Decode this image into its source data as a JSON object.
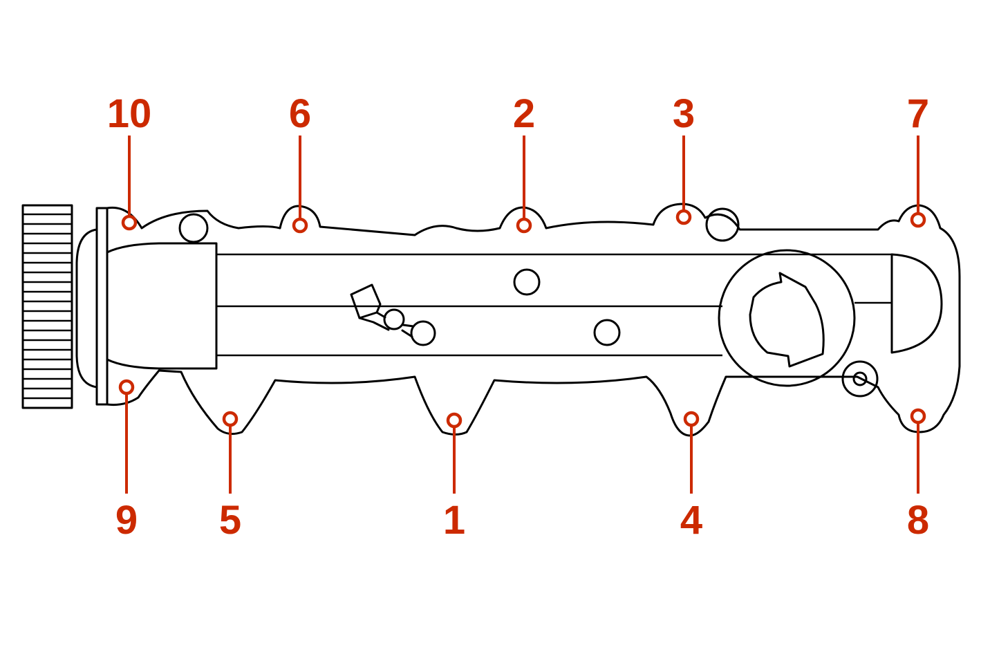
{
  "accent_color": "#cc2a00",
  "bolts": [
    {
      "label": "10",
      "side": "top"
    },
    {
      "label": "6",
      "side": "top"
    },
    {
      "label": "2",
      "side": "top"
    },
    {
      "label": "3",
      "side": "top"
    },
    {
      "label": "7",
      "side": "top"
    },
    {
      "label": "9",
      "side": "bottom"
    },
    {
      "label": "5",
      "side": "bottom"
    },
    {
      "label": "1",
      "side": "bottom"
    },
    {
      "label": "4",
      "side": "bottom"
    },
    {
      "label": "8",
      "side": "bottom"
    }
  ]
}
